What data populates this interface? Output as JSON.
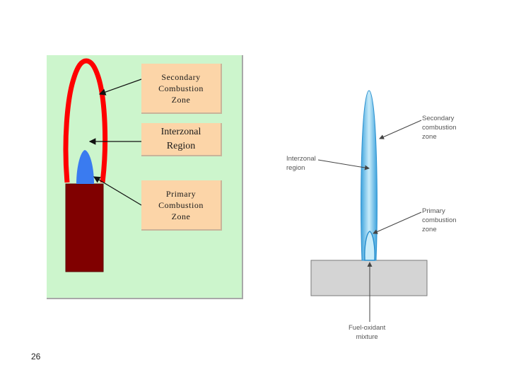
{
  "left_diagram": {
    "labels": {
      "secondary": "Secondary\nCombustion\nZone",
      "interzonal": "Interzonal\nRegion",
      "primary": "Primary\nCombustion\nZone"
    },
    "colors": {
      "panel": "#ccf5cc",
      "label_box": "#fcd5a8",
      "outer_flame": "#ff0000",
      "inner_flame": "#3a7bf0",
      "burner": "#800000"
    }
  },
  "right_diagram": {
    "labels": {
      "secondary": "Secondary\ncombustion\nzone",
      "interzonal": "Interzonal\nregion",
      "primary": "Primary\ncombustion\nzone",
      "fuel": "Fuel-oxidant\nmixture"
    },
    "colors": {
      "flame": "#5bbbe8",
      "burner_block": "#d4d4d4"
    }
  },
  "slide_number": "26"
}
